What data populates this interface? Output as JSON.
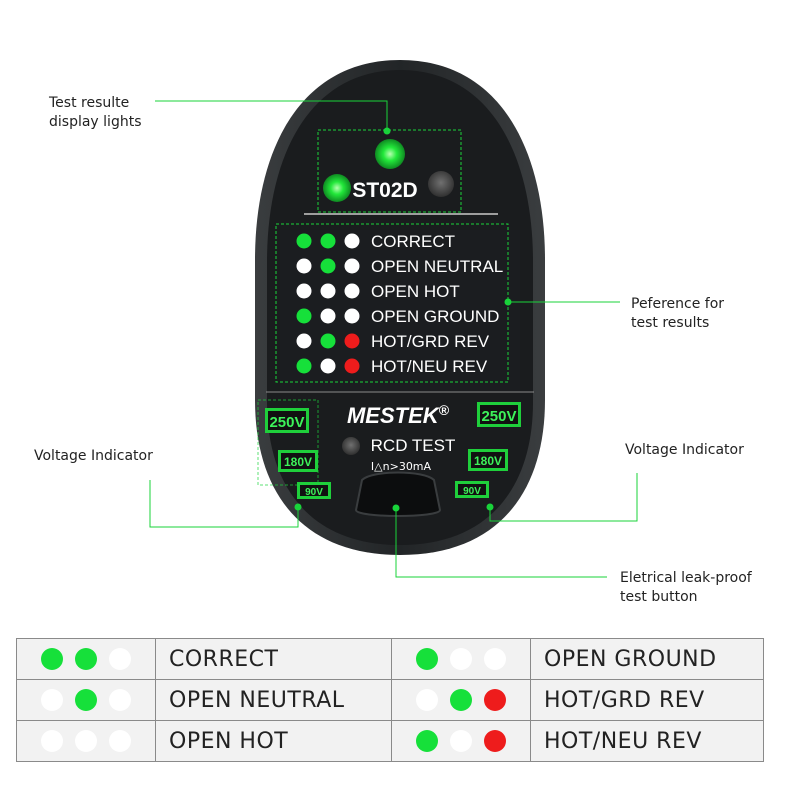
{
  "colors": {
    "green": "#16e03a",
    "white": "#ffffff",
    "red": "#ee1c1c",
    "device": "#1f2224"
  },
  "callouts": {
    "display_lights": [
      "Test resulte",
      "display lights"
    ],
    "reference": [
      "Peference for",
      "test results"
    ],
    "voltage_left": "Voltage Indicator",
    "voltage_right": "Voltage Indicator",
    "test_button": [
      "Eletrical leak-proof",
      "test button"
    ]
  },
  "device": {
    "model": "ST02D",
    "brand": "MESTEK",
    "brand_mark": "®",
    "rcd_label": "RCD TEST",
    "rcd_spec": "I△n>30mA",
    "voltage_levels": [
      "250V",
      "180V",
      "90V"
    ],
    "panel_rows": [
      {
        "label": "CORRECT",
        "lights": [
          "green",
          "green",
          "white"
        ]
      },
      {
        "label": "OPEN NEUTRAL",
        "lights": [
          "white",
          "green",
          "white"
        ]
      },
      {
        "label": "OPEN HOT",
        "lights": [
          "white",
          "white",
          "white"
        ]
      },
      {
        "label": "OPEN GROUND",
        "lights": [
          "green",
          "white",
          "white"
        ]
      },
      {
        "label": "HOT/GRD REV",
        "lights": [
          "white",
          "green",
          "red"
        ]
      },
      {
        "label": "HOT/NEU REV",
        "lights": [
          "green",
          "white",
          "red"
        ]
      }
    ]
  },
  "legend": {
    "rows": [
      [
        {
          "label": "CORRECT",
          "lights": [
            "green",
            "green",
            "white"
          ]
        },
        {
          "label": "OPEN GROUND",
          "lights": [
            "green",
            "white",
            "white"
          ]
        }
      ],
      [
        {
          "label": "OPEN NEUTRAL",
          "lights": [
            "white",
            "green",
            "white"
          ]
        },
        {
          "label": "HOT/GRD REV",
          "lights": [
            "white",
            "green",
            "red"
          ]
        }
      ],
      [
        {
          "label": "OPEN HOT",
          "lights": [
            "white",
            "white",
            "white"
          ]
        },
        {
          "label": "HOT/NEU REV",
          "lights": [
            "green",
            "white",
            "red"
          ]
        }
      ]
    ]
  }
}
